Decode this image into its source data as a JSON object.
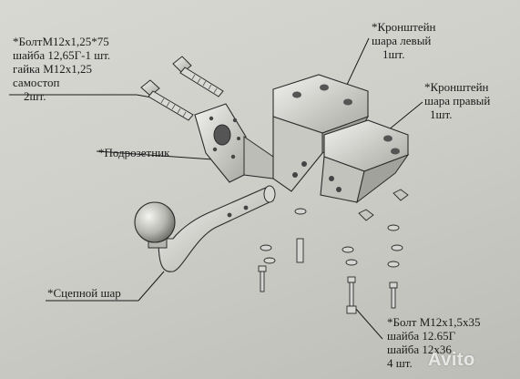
{
  "labels": {
    "bolts": {
      "line1": "*БолтМ12х1,25*75",
      "line2": "шайба 12,65Г-1 шт.",
      "line3": "гайка М12х1,25",
      "line4": "самостоп",
      "line5": "2шт."
    },
    "left_bracket": {
      "line1": "*Кронштейн",
      "line2": "шара левый",
      "line3": "1шт."
    },
    "right_bracket": {
      "line1": "*Кронштейн",
      "line2": "шара правый",
      "line3": "1шт."
    },
    "socket_plate": "*Подрозетник",
    "tow_ball": "*Сцепной шар",
    "bottom_bolts": {
      "line1": "*Болт М12х1,5х35",
      "line2": "шайба 12.65Г",
      "line3": "шайба 12х36",
      "line4": "4 шт."
    }
  },
  "watermark": "Avito",
  "colors": {
    "paper": "#d3d3ce",
    "ink": "#1b1b1b",
    "part_fill": "#e2e2de",
    "part_shade": "#8e8e88"
  }
}
